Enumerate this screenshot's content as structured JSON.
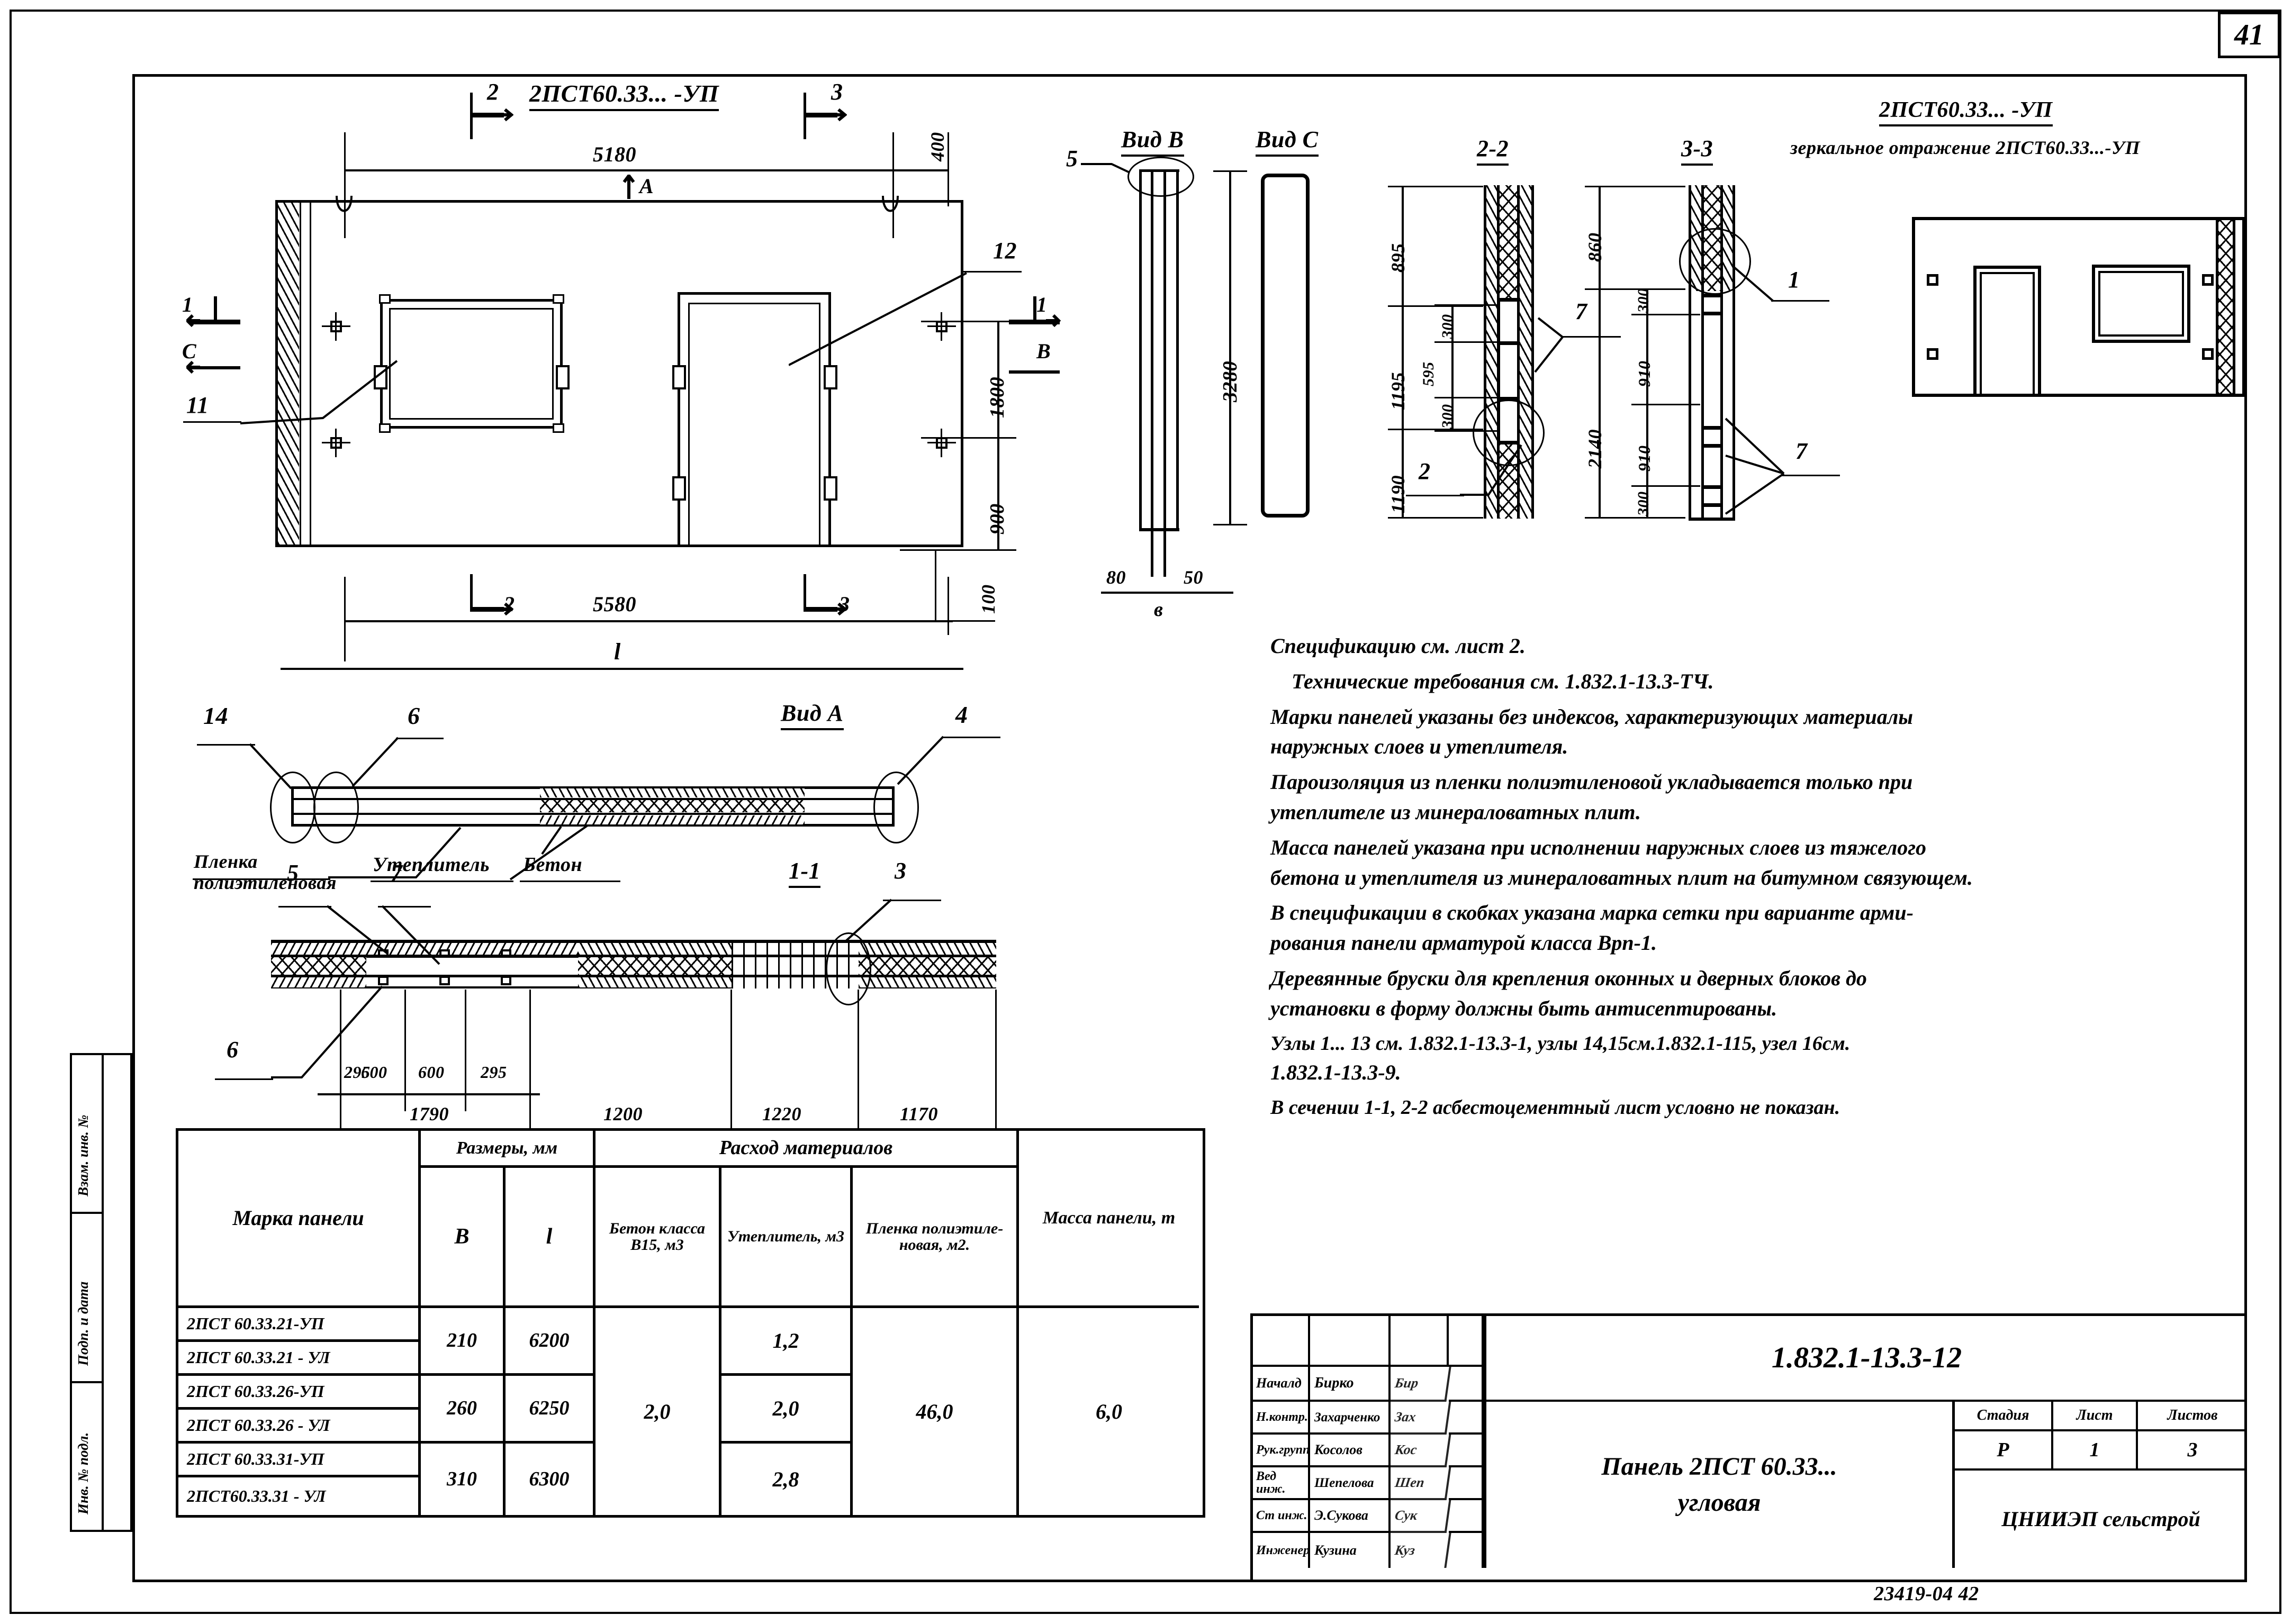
{
  "sheet": {
    "page_number": "41",
    "drawing_number": "1.832.1-13.3-12",
    "archive_code": "23419-04   42"
  },
  "views": {
    "main_elevation": {
      "mark": "2ПСТ60.33... -УП",
      "section_marks_top": [
        "2",
        "3"
      ],
      "dim_top_main": "5180",
      "dim_top_right": "400",
      "dim_bottom_main": "5580",
      "dim_bottom_right": "100",
      "dim_bottom_total": "l",
      "dim_right_upper": "1800",
      "dim_right_lower": "900",
      "arrow_A": "A",
      "section_label_left_1": "1",
      "section_label_left_2": "C",
      "section_label_right_1": "1",
      "section_label_right_2": "B",
      "callout_11": "11",
      "callout_12": "12"
    },
    "vid_b": {
      "title": "Вид В",
      "callout": "5",
      "height": "3280",
      "dim_left": "80",
      "dim_right": "50",
      "dim_center": "в"
    },
    "vid_c": {
      "title": "Вид С"
    },
    "section_2_2": {
      "title": "2-2",
      "dims_outer": [
        "895",
        "1195",
        "1190"
      ],
      "dims_inner": [
        "300",
        "595",
        "300"
      ],
      "callout_7": "7",
      "callout_2": "2"
    },
    "section_3_3": {
      "title": "3-3",
      "dims_outer": [
        "860",
        "2140"
      ],
      "dims_inner": [
        "300",
        "910",
        "910",
        "300"
      ],
      "callout_1": "1",
      "callout_7": "7"
    },
    "mirror": {
      "mark": "2ПСТ60.33... -УП",
      "note": "зеркальное отражение 2ПСТ60.33...-УП"
    },
    "vid_a": {
      "title": "Вид А",
      "callout_14": "14",
      "callout_6": "6",
      "callout_4": "4",
      "label_film": "Пленка полиэтиленовая",
      "label_insulation": "Утеплитель",
      "label_concrete": "Бетон"
    },
    "section_1_1": {
      "title": "1-1",
      "callout_5": "5",
      "callout_7": "7",
      "callout_6": "6",
      "callout_3": "3",
      "dims_small": [
        "295",
        "600",
        "600",
        "295"
      ],
      "dims_large": [
        "1790",
        "1200",
        "1220",
        "1170"
      ]
    }
  },
  "notes": [
    "Спецификацию см. лист 2.",
    "Технические   требования  см. 1.832.1-13.3-ТЧ.",
    "Марки панелей указаны без индексов, характеризующих материалы",
    "наружных  слоев и утеплителя.",
    "Пароизоляция из пленки полиэтиленовой укладывается только при",
    "утеплителе из минераловатных плит.",
    "Масса панелей указана при исполнении наружных слоев из тяжелого",
    "бетона и утеплителя из минераловатных плит на битумном связующем.",
    "В спецификации в скобках указана марка сетки при варианте арми-",
    "рования панели арматурой  класса Врп-1.",
    "Деревянные бруски для крепления оконных и дверных блоков до",
    "установки в форму должны быть антисептированы.",
    "Узлы 1... 13 см. 1.832.1-13.3-1, узлы 14,15см.1.832.1-115, узел 16см.",
    "1.832.1-13.3-9.",
    "В сечении 1-1, 2-2 асбестоцементный лист  условно не показан."
  ],
  "spec_table": {
    "col_mark": "Марка панели",
    "group_sizes": "Размеры, мм",
    "group_materials": "Расход материалов",
    "col_B": "В",
    "col_l": "l",
    "col_concrete": "Бетон класса В15, м3",
    "col_insulation": "Утеплитель, м3",
    "col_film": "Пленка полиэтиле- новая, м2.",
    "col_mass": "Масса панели, т",
    "rows": [
      {
        "mark": "2ПСТ 60.33.21-УП"
      },
      {
        "mark": "2ПСТ 60.33.21 - УЛ"
      },
      {
        "mark": "2ПСТ 60.33.26-УП"
      },
      {
        "mark": "2ПСТ 60.33.26 - УЛ"
      },
      {
        "mark": "2ПСТ 60.33.31-УП"
      },
      {
        "mark": "2ПСТ60.33.31 - УЛ"
      }
    ],
    "groups": [
      {
        "B": "210",
        "l": "6200",
        "insulation": "1,2"
      },
      {
        "B": "260",
        "l": "6250",
        "insulation": "2,0"
      },
      {
        "B": "310",
        "l": "6300",
        "insulation": "2,8"
      }
    ],
    "concrete": "2,0",
    "film": "46,0",
    "mass": "6,0"
  },
  "title_block": {
    "roles": [
      {
        "role": "Началд",
        "name": "Бирко"
      },
      {
        "role": "Н.контр.",
        "name": "Захарченко"
      },
      {
        "role": "Рук.групп.",
        "name": "Косолов"
      },
      {
        "role": "Вед инж.",
        "name": "Шепелова"
      },
      {
        "role": "Ст инж.",
        "name": "Э.Сукова"
      },
      {
        "role": "Инженер",
        "name": "Кузина"
      }
    ],
    "drawing_code": "1.832.1-13.3-12",
    "object_line1": "Панель 2ПСТ 60.33...",
    "object_line2": "угловая",
    "stage_label": "Стадия",
    "sheet_label": "Лист",
    "sheets_label": "Листов",
    "stage_value": "Р",
    "sheet_value": "1",
    "sheets_value": "3",
    "organisation": "ЦНИИЭП сельстрой"
  },
  "margin_stamp": {
    "cells": [
      "Взам. инв. №",
      "Подп. и дата",
      "Инв. № подл."
    ]
  }
}
